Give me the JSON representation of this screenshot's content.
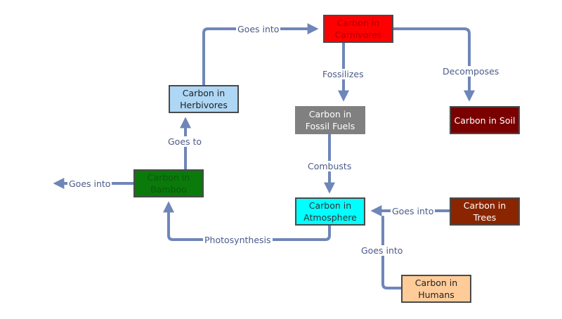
{
  "nodes": {
    "carnivores": {
      "label": "Carbon in\nCarnivores",
      "fill": "#ff0000",
      "text_color": "#b00000"
    },
    "herbivores": {
      "label": "Carbon in\nHerbivores",
      "fill": "#aed6f5",
      "text_color": "#222222"
    },
    "fossil_fuels": {
      "label": "Carbon in\nFossil Fuels",
      "fill": "#808080",
      "text_color": "#ffffff"
    },
    "soil": {
      "label": "Carbon in Soil",
      "fill": "#7a0000",
      "text_color": "#ffffff"
    },
    "bamboo": {
      "label": "Carbon in\nBamboo",
      "fill": "#0a7a0a",
      "text_color": "#0a5a0a"
    },
    "atmosphere": {
      "label": "Carbon in\nAtmosphere",
      "fill": "#00ffff",
      "text_color": "#333333"
    },
    "trees": {
      "label": "Carbon in\nTrees",
      "fill": "#8b2500",
      "text_color": "#ffffff"
    },
    "humans": {
      "label": "Carbon in\nHumans",
      "fill": "#ffcc99",
      "text_color": "#222222"
    }
  },
  "edges": {
    "herbivores_to_carnivores": "Goes into",
    "carnivores_to_fossil_fuels": "Fossilizes",
    "carnivores_to_soil": "Decomposes",
    "bamboo_to_herbivores": "Goes to",
    "bamboo_out": "Goes into",
    "fossil_fuels_to_atmosphere": "Combusts",
    "atmosphere_to_bamboo": "Photosynthesis",
    "trees_to_atmosphere": "Goes into",
    "humans_to_atmosphere": "Goes into"
  },
  "colors": {
    "connector": "#6f86b8"
  }
}
